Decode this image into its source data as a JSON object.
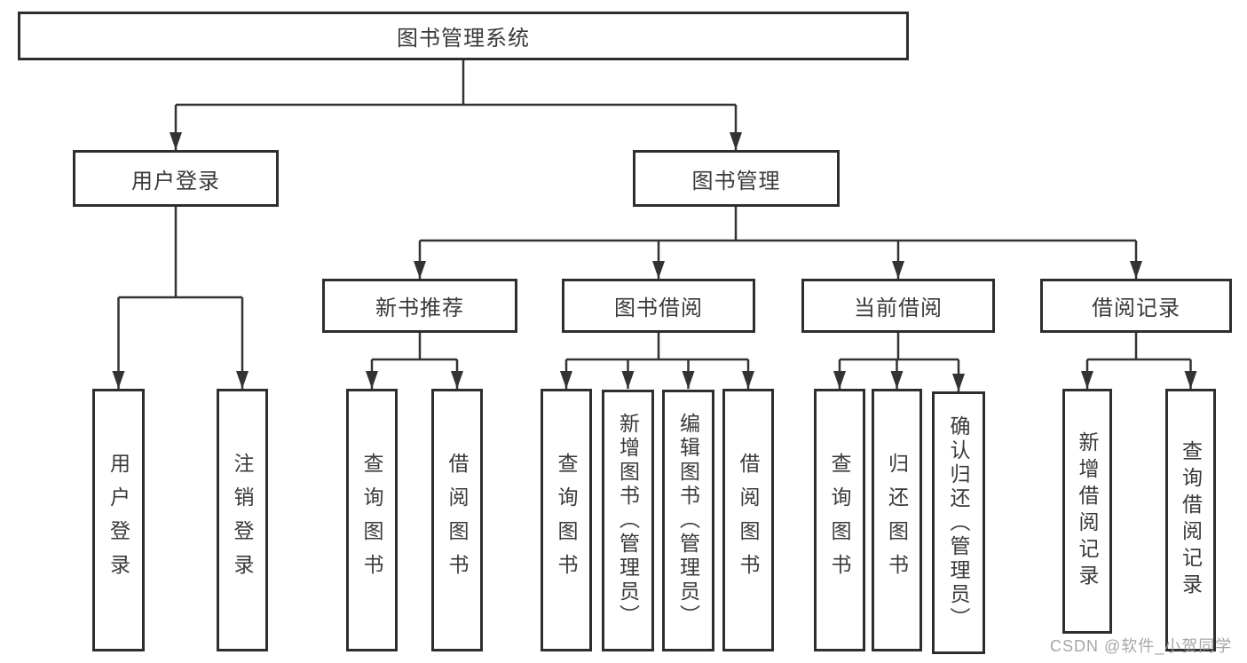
{
  "colors": {
    "line": "#333333",
    "box_border": "#2e2e2e",
    "text": "#3a3a3a",
    "watermark": "#9e9e9e",
    "background": "#ffffff"
  },
  "watermark": {
    "text": "CSDN @软件_小贺同学"
  },
  "tree": {
    "label": "图书管理系统",
    "children": [
      {
        "label": "用户登录",
        "children": [
          {
            "label": "用户登录"
          },
          {
            "label": "注销登录"
          }
        ]
      },
      {
        "label": "图书管理",
        "children": [
          {
            "label": "新书推荐",
            "children": [
              {
                "label": "查询图书"
              },
              {
                "label": "借阅图书"
              }
            ]
          },
          {
            "label": "图书借阅",
            "children": [
              {
                "label": "查询图书"
              },
              {
                "label": "新增图书（管理员）"
              },
              {
                "label": "编辑图书（管理员）"
              },
              {
                "label": "借阅图书"
              }
            ]
          },
          {
            "label": "当前借阅",
            "children": [
              {
                "label": "查询图书"
              },
              {
                "label": "归还图书"
              },
              {
                "label": "确认归还（管理员）"
              }
            ]
          },
          {
            "label": "借阅记录",
            "children": [
              {
                "label": "新增借阅记录"
              },
              {
                "label": "查询借阅记录"
              }
            ]
          }
        ]
      }
    ]
  }
}
